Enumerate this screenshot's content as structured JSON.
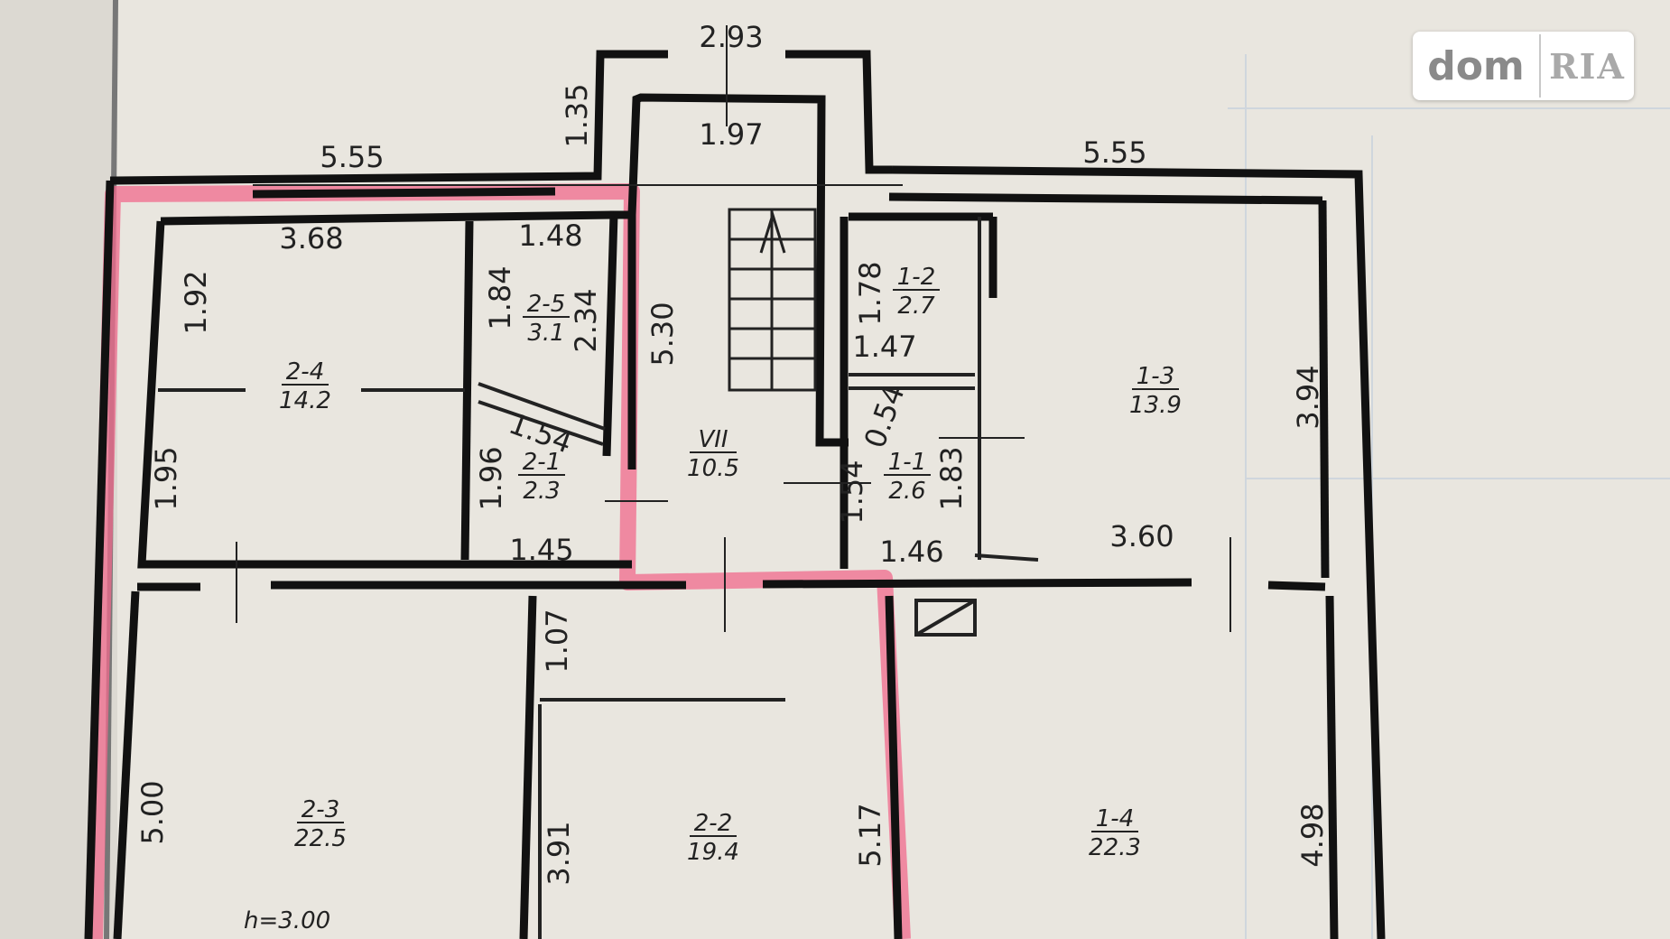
{
  "plan": {
    "dimensions": [
      "2.93",
      "1.35",
      "5.55",
      "5.55",
      "1.97",
      "3.68",
      "1.48",
      "1.78",
      "1.92",
      "1.84",
      "2.34",
      "5.30",
      "1.47",
      "1.54",
      "3.94",
      "0.54",
      "1.96",
      "1.54",
      "1.83",
      "1.95",
      "1.45",
      "1.46",
      "3.60",
      "1.07",
      "5.00",
      "5.17",
      "3.91",
      "4.98"
    ],
    "rooms": [
      {
        "id": "2-4",
        "area": "14.2"
      },
      {
        "id": "2-5",
        "area": "3.1"
      },
      {
        "id": "2-1",
        "area": "2.3"
      },
      {
        "id": "VII",
        "area": "10.5"
      },
      {
        "id": "1-2",
        "area": "2.7"
      },
      {
        "id": "1-1",
        "area": "2.6"
      },
      {
        "id": "1-3",
        "area": "13.9"
      },
      {
        "id": "2-3",
        "area": "22.5"
      },
      {
        "id": "2-2",
        "area": "19.4"
      },
      {
        "id": "1-4",
        "area": "22.3"
      }
    ],
    "height_label": "h=3.00"
  },
  "watermark": {
    "left": "dom",
    "right": "RIA"
  },
  "colors": {
    "paper": "#e9e6df",
    "wall": "#111111",
    "highlight": "#f06a8c"
  }
}
